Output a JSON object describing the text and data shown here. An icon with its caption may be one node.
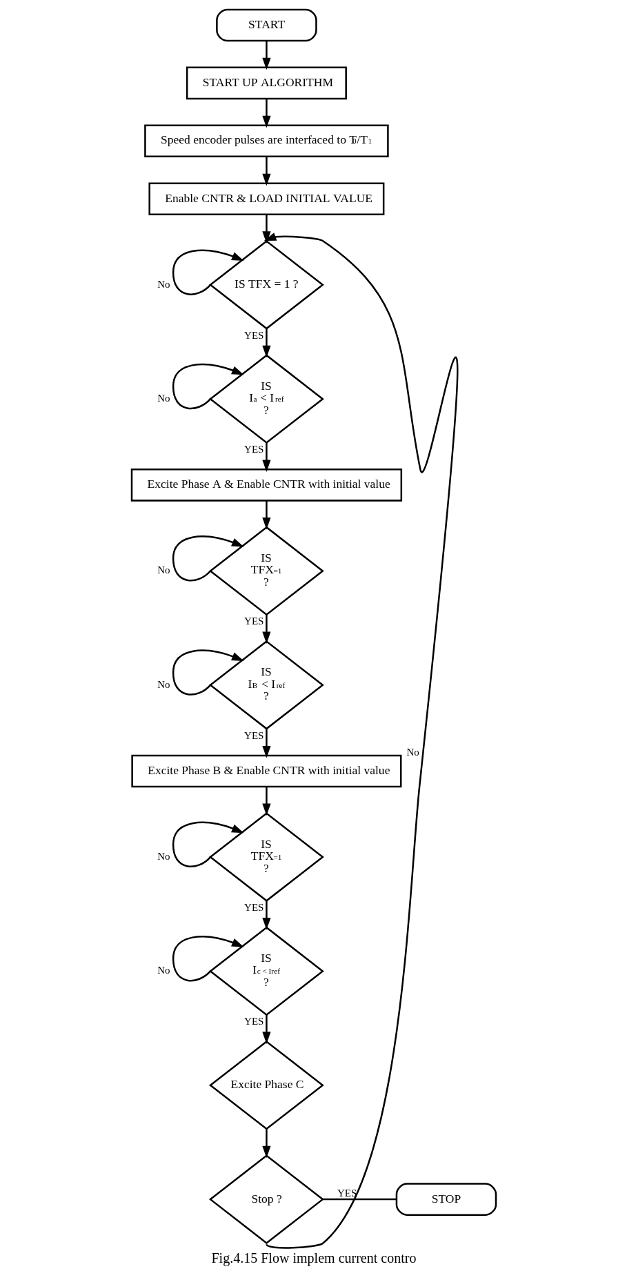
{
  "diagram": {
    "caption": "Fig.4.15 Flow implem current contro",
    "nodes": [
      {
        "text": [
          "START"
        ]
      },
      {
        "text": [
          "START UP ALGORITHM"
        ]
      },
      {
        "text": [
          "Speed encoder pulses are interfaced to T$_{0}$/T$_{1}$"
        ]
      },
      {
        "text": [
          "Enable CNTR & LOAD INITIAL VALUE"
        ]
      },
      {
        "text": [
          "IS TFX = 1 ?"
        ]
      },
      {
        "text": [
          "IS I$_{a}$ < I$_{ref}$ ?"
        ]
      },
      {
        "text": [
          "Excite Phase A & Enable CNTR with initial value"
        ]
      },
      {
        "text": [
          "IS TFX$_{=1}$ ?"
        ]
      },
      {
        "text": [
          "IS I$_{B}$ < I$_{ref}$ ?"
        ]
      },
      {
        "text": [
          "Excite Phase B & Enable CNTR with initial value"
        ]
      },
      {
        "text": [
          "IS TFX$_{=1}$ ?"
        ]
      },
      {
        "text": [
          "IS I$_{c < Iref}$ ?"
        ]
      },
      {
        "text": [
          "Excite Phase C"
        ]
      },
      {
        "text": [
          "Stop ?"
        ]
      },
      {
        "text": [
          "STOP"
        ]
      }
    ],
    "edges": [
      {
        "from": 0,
        "to": 1,
        "arrow": "to"
      },
      {
        "from": 1,
        "to": 2,
        "arrow": "to"
      },
      {
        "from": 2,
        "to": 3,
        "arrow": "to"
      },
      {
        "from": 3,
        "to": 4,
        "arrow": "to"
      },
      {
        "from": 4,
        "to": 4,
        "label": "No",
        "arrow": "to"
      },
      {
        "from": 4,
        "to": 5,
        "label": "YES",
        "arrow": "to"
      },
      {
        "from": 5,
        "to": 5,
        "label": "No",
        "arrow": "to"
      },
      {
        "from": 5,
        "to": 6,
        "label": "YES",
        "arrow": "to"
      },
      {
        "from": 6,
        "to": 7,
        "arrow": "to"
      },
      {
        "from": 7,
        "to": 7,
        "label": "No",
        "arrow": "to"
      },
      {
        "from": 7,
        "to": 8,
        "label": "YES",
        "arrow": "to"
      },
      {
        "from": 8,
        "to": 8,
        "label": "No",
        "arrow": "to"
      },
      {
        "from": 8,
        "to": 9,
        "label": "YES",
        "arrow": "to"
      },
      {
        "from": 9,
        "to": 10,
        "arrow": "to"
      },
      {
        "from": 10,
        "to": 10,
        "label": "No",
        "arrow": "to"
      },
      {
        "from": 10,
        "to": 11,
        "label": "YES",
        "arrow": "to"
      },
      {
        "from": 11,
        "to": 11,
        "label": "No",
        "arrow": "to"
      },
      {
        "from": 11,
        "to": 12,
        "label": "YES",
        "arrow": "to"
      },
      {
        "from": 12,
        "to": 13,
        "arrow": "to"
      },
      {
        "from": 13,
        "to": 14,
        "label": "YES",
        "arrow": "none"
      },
      {
        "from": 13,
        "to": 4,
        "label": "No",
        "arrow": "to"
      }
    ]
  }
}
